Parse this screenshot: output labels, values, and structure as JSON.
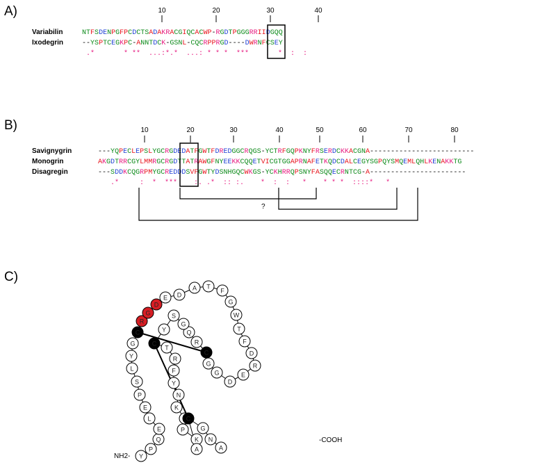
{
  "panel_a": {
    "label": "A)",
    "ticks": [
      "10",
      "20",
      "30",
      "40"
    ],
    "rows": [
      {
        "name": "Variabilin",
        "seq": "NTFSDENPGFPCDCTSADAKRACGIQCACWP-RGDTPGGGRRIIDGQQ"
      },
      {
        "name": "Ixodegrin",
        "seq": "--YSPTCEGKPC-ANNTDCK-GSNL-CQCRPPRGD----DWRNFCSEY"
      }
    ],
    "consensus": " .*       * **  ...:*.*  ...: * * *  ***    .  *  :  :"
  },
  "panel_b": {
    "label": "B)",
    "ticks": [
      "10",
      "20",
      "30",
      "40",
      "50",
      "60",
      "70",
      "80"
    ],
    "rows": [
      {
        "name": "Savignygrin",
        "seq": "---YQPECLEPSLYGCRGDEDATFGWTFDREDGGCRQGS-YCTRFGQPKNYFRSERDCKKACGNA-------------------------"
      },
      {
        "name": "Monogrin",
        "seq": "AKGDTRRCGYLMMRGCRGDTTATRAWGFNYEEKKCQQETVICGTGGAPRNAFETKQDCDALCEGYSGPQYSMQEMLQHLKENAKKTG"
      },
      {
        "name": "Disagregin",
        "seq": "---SDDKCQGRPMYGCREDDDSVFGWTYDSNHGQCWKGS-YCKHRRQPSNYFASQQECRNTCG-A-----------------------"
      }
    ],
    "consensus": "   .*     :  *  ***    :. .*  :: :.    *  :  :   *    * * *  ::::*   *",
    "bracket_label": "?"
  },
  "panel_c": {
    "label": "C)",
    "nterm": "NH2-",
    "cterm": "-COOH",
    "residues": [
      "Y",
      "P",
      "Q",
      "E",
      "L",
      "E",
      "P",
      "S",
      "L",
      "Y",
      "G",
      "C",
      "R",
      "G",
      "D",
      "E",
      "D",
      "A",
      "T",
      "F",
      "G",
      "W",
      "T",
      "F",
      "D",
      "R",
      "E",
      "D",
      "G",
      "G",
      "C",
      "R",
      "Q",
      "G",
      "S",
      "Y",
      "C",
      "T",
      "R",
      "F",
      "Y",
      "N",
      "K",
      "G",
      "P",
      "K",
      "A",
      "C",
      "G",
      "N",
      "A"
    ]
  },
  "colors": {
    "red": "#e8141c",
    "blue": "#1f3fd4",
    "green": "#0d8a1a",
    "black": "#000000",
    "magenta": "#e6197f",
    "rgd_fill": "#d61e24",
    "cys_fill": "#000000"
  }
}
